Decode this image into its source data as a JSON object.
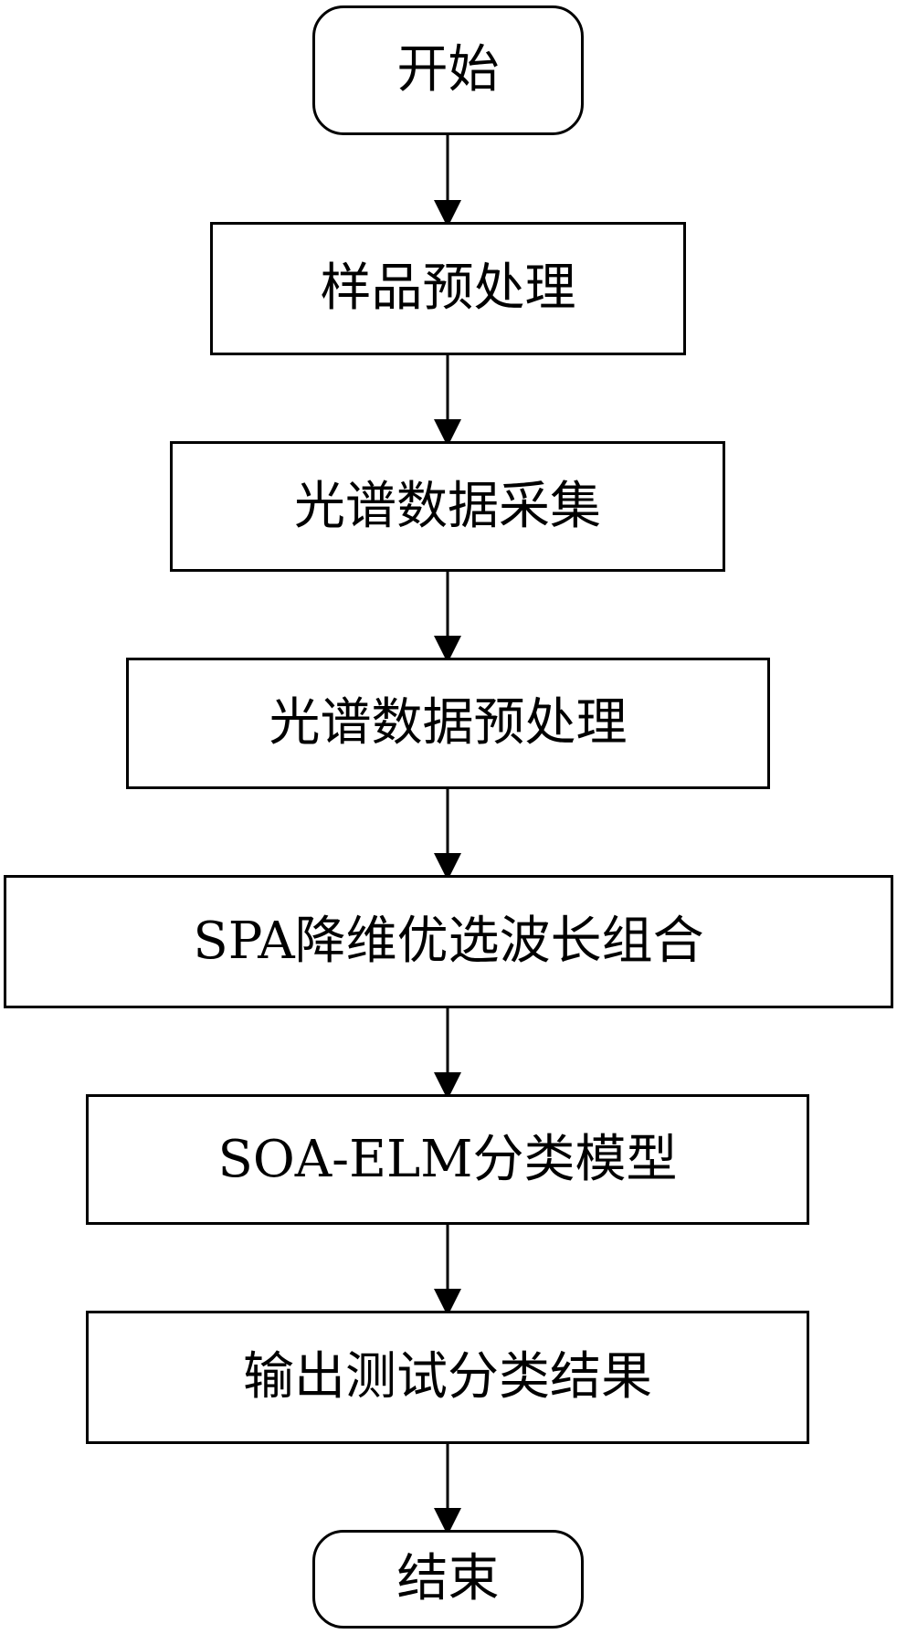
{
  "flowchart": {
    "nodes": [
      {
        "id": "start",
        "shape": "rounded",
        "label": "开始"
      },
      {
        "id": "sample-preprocess",
        "shape": "rect",
        "label": "样品预处理"
      },
      {
        "id": "spectral-acquisition",
        "shape": "rect",
        "label": "光谱数据采集"
      },
      {
        "id": "spectral-preprocess",
        "shape": "rect",
        "label": "光谱数据预处理"
      },
      {
        "id": "spa-selection",
        "shape": "rect",
        "label": "SPA降维优选波长组合"
      },
      {
        "id": "soa-elm-model",
        "shape": "rect",
        "label": "SOA-ELM分类模型"
      },
      {
        "id": "output-results",
        "shape": "rect",
        "label": "输出测试分类结果"
      },
      {
        "id": "end",
        "shape": "rounded",
        "label": "结束"
      }
    ],
    "edges": [
      {
        "from": "start",
        "to": "sample-preprocess"
      },
      {
        "from": "sample-preprocess",
        "to": "spectral-acquisition"
      },
      {
        "from": "spectral-acquisition",
        "to": "spectral-preprocess"
      },
      {
        "from": "spectral-preprocess",
        "to": "spa-selection"
      },
      {
        "from": "spa-selection",
        "to": "soa-elm-model"
      },
      {
        "from": "soa-elm-model",
        "to": "output-results"
      },
      {
        "from": "output-results",
        "to": "end"
      }
    ],
    "colors": {
      "stroke": "#000000",
      "fill": "#ffffff",
      "text": "#000000"
    }
  }
}
